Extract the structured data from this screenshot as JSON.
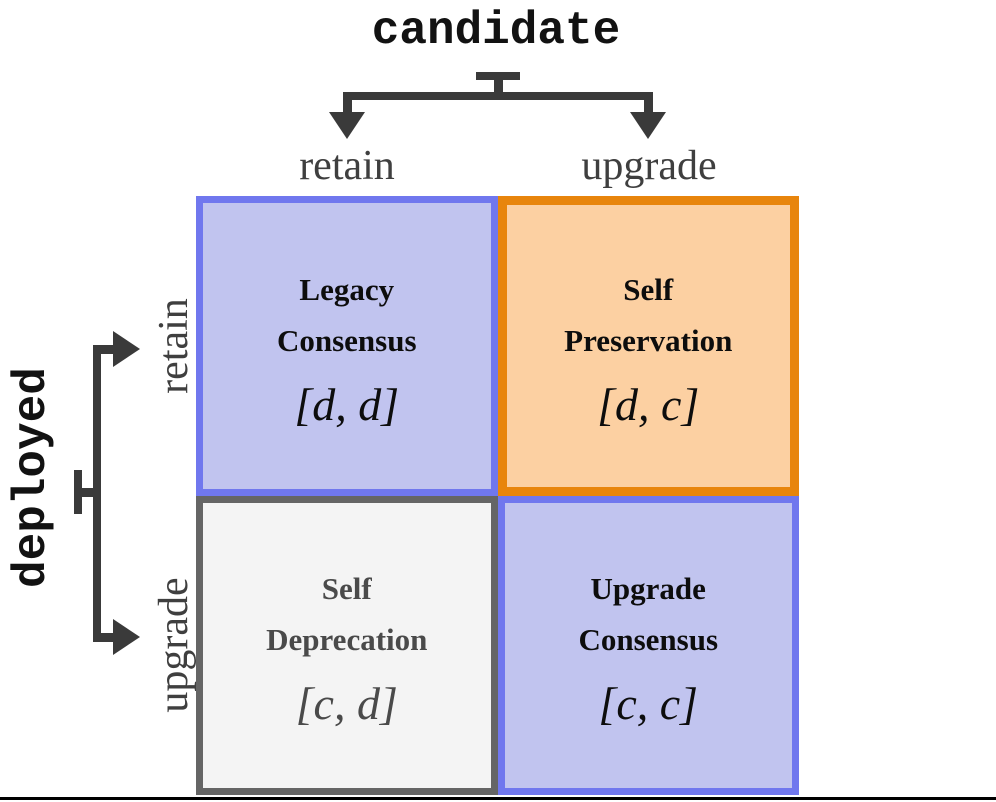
{
  "figure": {
    "type": "payoff-matrix",
    "column_axis": {
      "title": "candidate",
      "ticks": [
        "retain",
        "upgrade"
      ]
    },
    "row_axis": {
      "title": "deployed",
      "ticks": [
        "retain",
        "upgrade"
      ]
    },
    "cells": [
      {
        "row": "retain",
        "column": "retain",
        "name": "Legacy\nConsensus",
        "name_line1": "Legacy",
        "name_line2": "Consensus",
        "payoff": "[d, d]",
        "style": "blue"
      },
      {
        "row": "retain",
        "column": "upgrade",
        "name": "Self\nPreservation",
        "name_line1": "Self",
        "name_line2": "Preservation",
        "payoff": "[d, c]",
        "style": "orange"
      },
      {
        "row": "upgrade",
        "column": "retain",
        "name": "Self\nDeprecation",
        "name_line1": "Self",
        "name_line2": "Deprecation",
        "payoff": "[c, d]",
        "style": "gray"
      },
      {
        "row": "upgrade",
        "column": "upgrade",
        "name": "Upgrade\nConsensus",
        "name_line1": "Upgrade",
        "name_line2": "Consensus",
        "payoff": "[c, c]",
        "style": "blue"
      }
    ],
    "colors": {
      "blue_fill": "#c1c4ef",
      "blue_border": "#7077ee",
      "orange_fill": "#fcd0a2",
      "orange_border": "#e8850c",
      "gray_fill": "#f4f4f4",
      "gray_border": "#656565",
      "connector": "#3a3a3a",
      "tick_text": "#3f3f3f",
      "title_text": "#121212"
    }
  }
}
